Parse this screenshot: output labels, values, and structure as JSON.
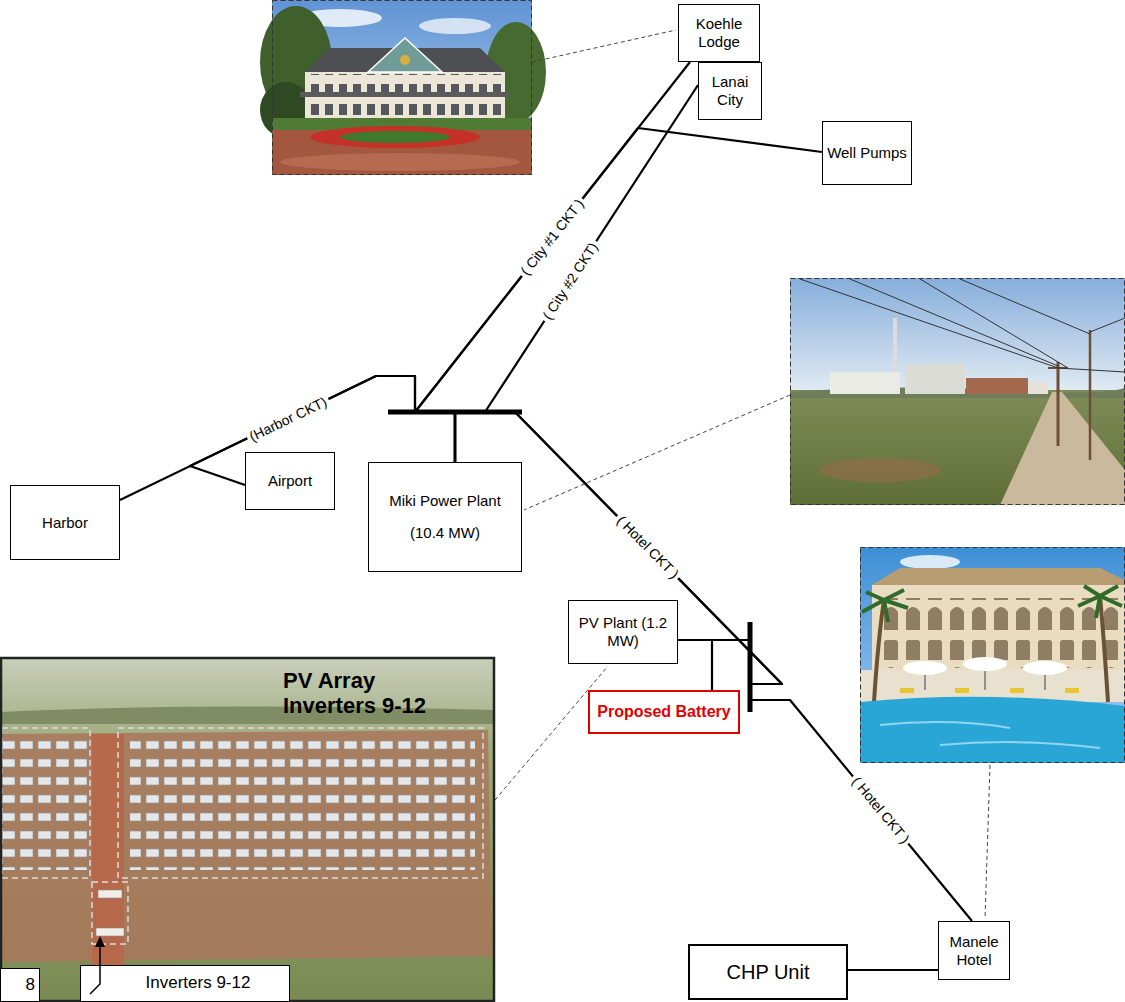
{
  "diagram": {
    "nodes": [
      {
        "text": [
          "Koehle Lodge"
        ]
      },
      {
        "text": [
          "Well Pumps"
        ]
      },
      {
        "text": [
          "Lanai City"
        ]
      },
      {
        "text": [
          "Miki Power Plant",
          "(10.4 MW)"
        ]
      },
      {
        "text": [
          "Airport"
        ]
      },
      {
        "text": [
          "Harbor"
        ]
      },
      {
        "text": [
          "PV Plant (1.2 MW)"
        ]
      },
      {
        "text": [
          "Proposed Battery"
        ]
      },
      {
        "text": [
          "8"
        ]
      },
      {
        "text": [
          "Inverters 9-12"
        ]
      },
      {
        "text": [
          "Manele Hotel"
        ]
      },
      {
        "text": [
          "CHP Unit"
        ]
      }
    ],
    "edges": [
      {
        "from": 3,
        "to": 0,
        "label": "( City #1 CKT )",
        "arrow": "none"
      },
      {
        "from": 3,
        "to": 1,
        "arrow": "none"
      },
      {
        "from": 3,
        "to": 2,
        "label": "( City #2 CKT)",
        "arrow": "none"
      },
      {
        "from": 3,
        "to": 5,
        "label": "(Harbor CKT)",
        "arrow": "none"
      },
      {
        "from": 3,
        "to": 4,
        "arrow": "none"
      },
      {
        "from": 3,
        "to": 6,
        "label": "( Hotel CKT )",
        "arrow": "none"
      },
      {
        "from": 3,
        "to": 10,
        "label": "( Hotel CKT )",
        "arrow": "none"
      },
      {
        "from": 7,
        "to": 6,
        "arrow": "none"
      },
      {
        "from": 11,
        "to": 10,
        "arrow": "none"
      }
    ],
    "labels": [
      "PV Array Inverters 9-12"
    ]
  }
}
